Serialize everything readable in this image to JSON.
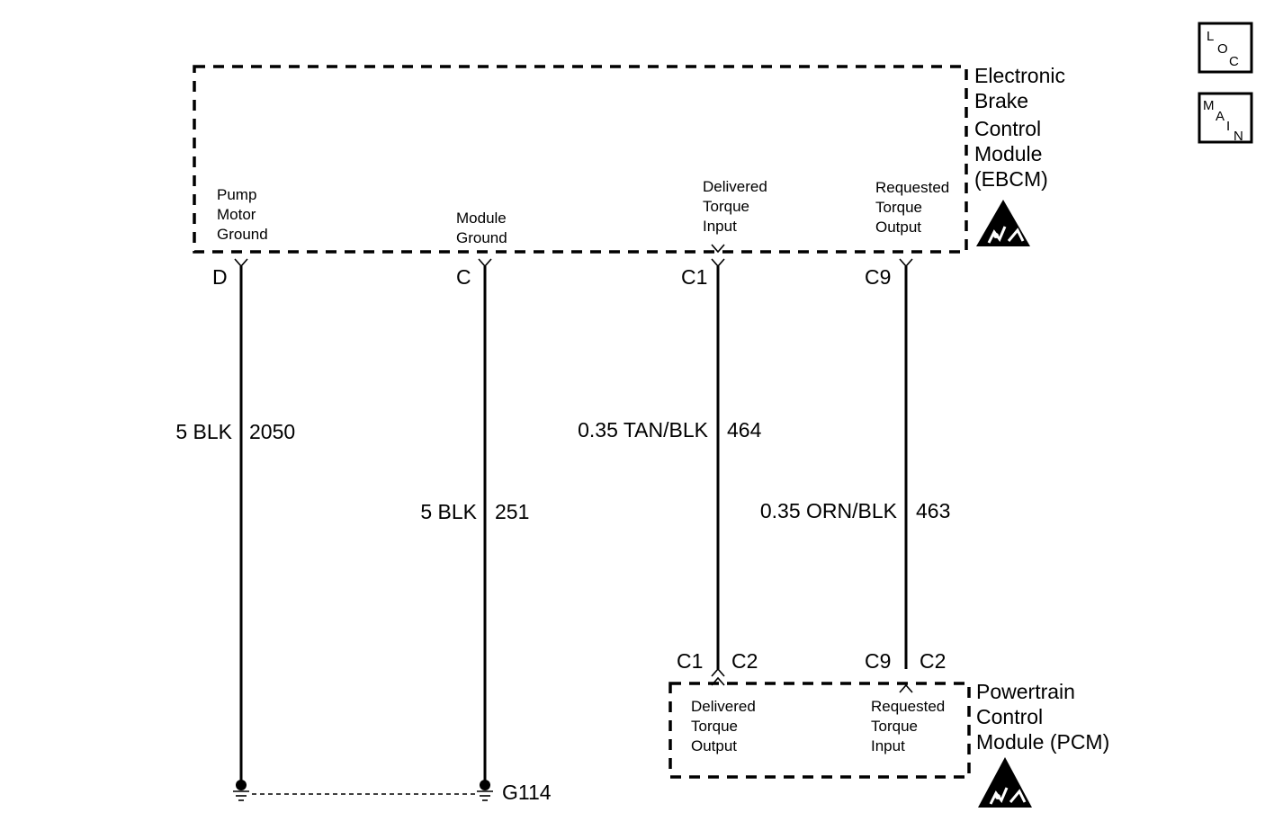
{
  "modules": {
    "ebcm": {
      "lines": [
        "Electronic",
        "Brake",
        "Control",
        "Module",
        "(EBCM)"
      ]
    },
    "pcm": {
      "lines": [
        "Powertrain",
        "Control",
        "Module (PCM)"
      ]
    }
  },
  "nav": {
    "loc": [
      "L",
      "O",
      "C"
    ],
    "main": [
      "M",
      "A",
      "I",
      "N"
    ]
  },
  "ebcm_pins": [
    {
      "id": "D",
      "label": [
        "Pump",
        "Motor",
        "Ground"
      ]
    },
    {
      "id": "C",
      "label": [
        "Module",
        "Ground"
      ]
    },
    {
      "id": "C1",
      "label": [
        "Delivered",
        "Torque",
        "Input"
      ]
    },
    {
      "id": "C9",
      "label": [
        "Requested",
        "Torque",
        "Output"
      ]
    }
  ],
  "wires": [
    {
      "from_pin": "D",
      "size_color": "5 BLK",
      "circuit": "2050"
    },
    {
      "from_pin": "C",
      "size_color": "5 BLK",
      "circuit": "251"
    },
    {
      "from_pin": "C1",
      "size_color": "0.35 TAN/BLK",
      "circuit": "464"
    },
    {
      "from_pin": "C9",
      "size_color": "0.35 ORN/BLK",
      "circuit": "463"
    }
  ],
  "pcm_pins": [
    {
      "pin": "C1",
      "connector": "C2",
      "label": [
        "Delivered",
        "Torque",
        "Output"
      ]
    },
    {
      "pin": "C9",
      "connector": "C2",
      "label": [
        "Requested",
        "Torque",
        "Input"
      ]
    }
  ],
  "ground": {
    "label": "G114"
  },
  "icons": {
    "esd": "esd-sensitive-icon",
    "ground": "ground-symbol-icon"
  }
}
